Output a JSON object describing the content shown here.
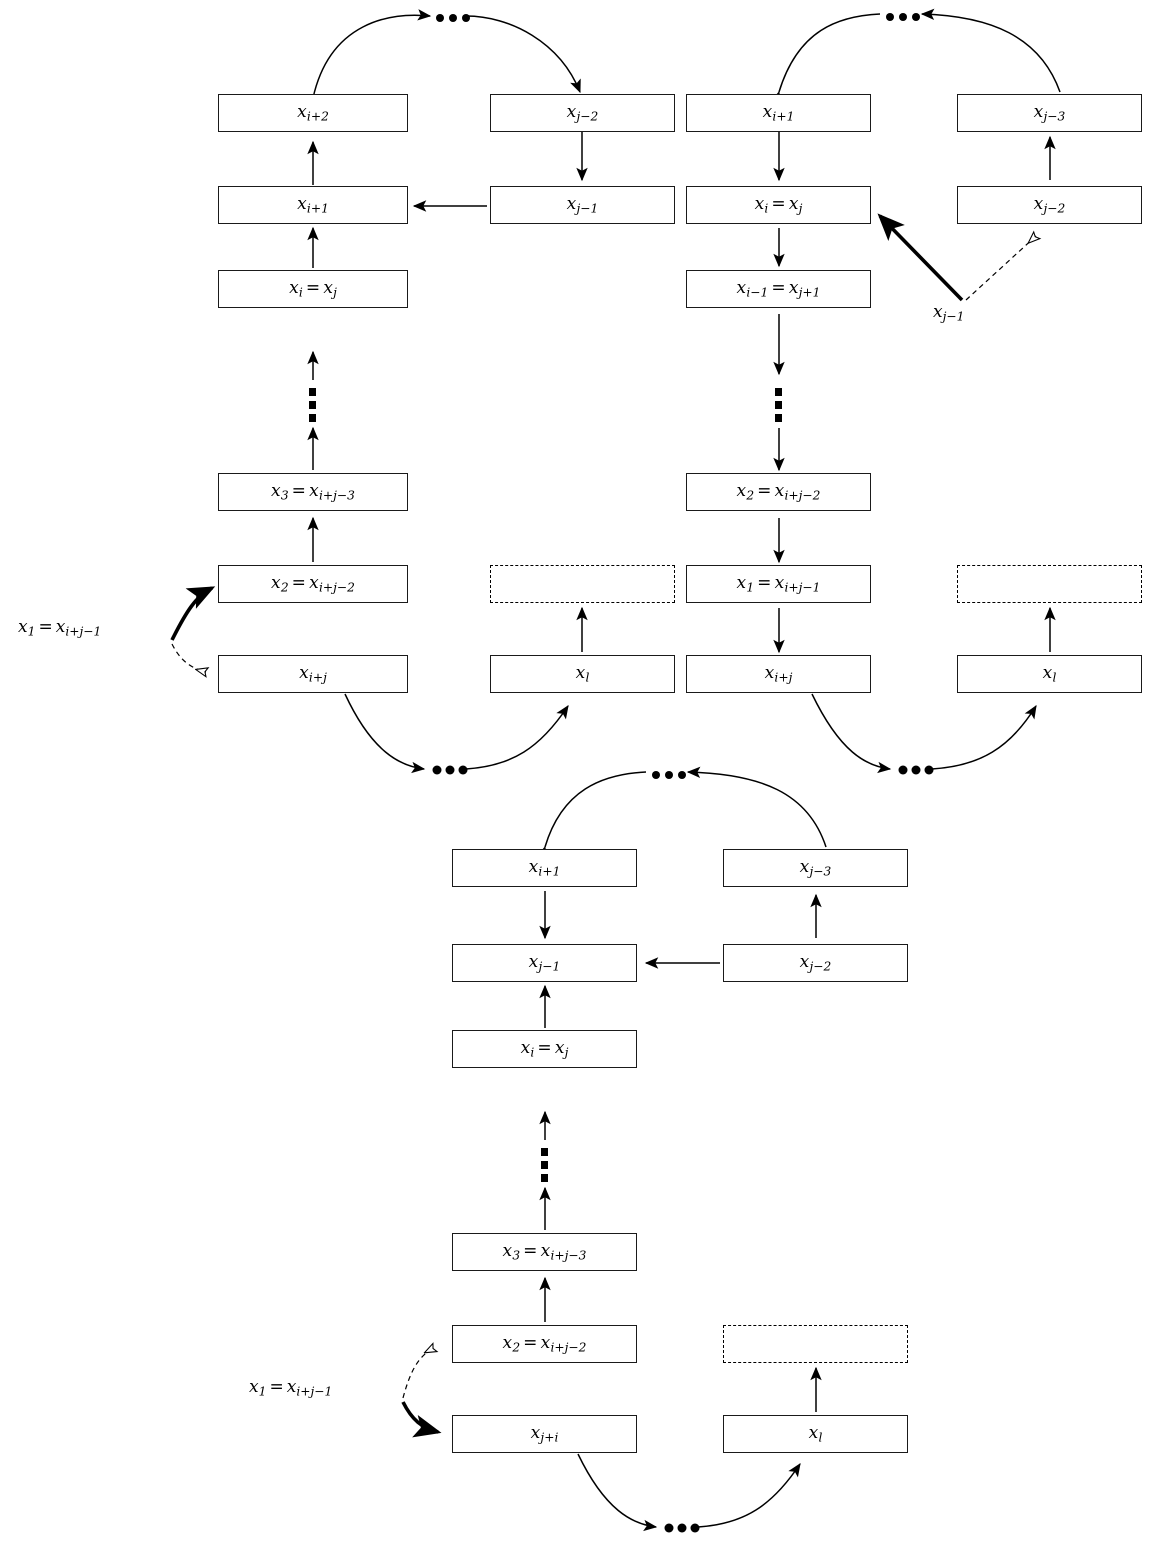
{
  "diagram": {
    "title": "Linked-list node reversal / rotation sequence diagrams",
    "type": "node-and-arrow diagram",
    "ellipsis_glyph": "•••",
    "colors": {
      "node_border": "#1a1a1a",
      "node_fill": "#ffffff",
      "arrow": "#000000",
      "background": "#ffffff"
    }
  },
  "panels": [
    {
      "id": "panel-top-left",
      "name": "top-left-chain",
      "nodes": [
        {
          "id": "tl-c1-r1",
          "base": "x",
          "sub": "i+2",
          "text": "x i+2"
        },
        {
          "id": "tl-c1-r2",
          "base": "x",
          "sub": "i+1",
          "text": "x i+1"
        },
        {
          "id": "tl-c1-r3",
          "base": "x",
          "sub": "i",
          "eq": "x",
          "eqsub": "j",
          "text": "x i = x j"
        },
        {
          "id": "tl-c1-r5",
          "base": "x",
          "sub": "3",
          "eq": "x",
          "eqsub": "i+j-3",
          "text": "x 3 = x i+j-3"
        },
        {
          "id": "tl-c1-r6",
          "base": "x",
          "sub": "2",
          "eq": "x",
          "eqsub": "i+j-2",
          "text": "x 2 = x i+j-2"
        },
        {
          "id": "tl-c1-r7",
          "base": "x",
          "sub": "i+j",
          "text": "x i+j"
        },
        {
          "id": "tl-c2-r1",
          "base": "x",
          "sub": "j-2",
          "text": "x j-2"
        },
        {
          "id": "tl-c2-r2",
          "base": "x",
          "sub": "j-1",
          "text": "x j-1"
        },
        {
          "id": "tl-c2-r6",
          "base": "",
          "sub": "",
          "text": "",
          "dashed": true
        },
        {
          "id": "tl-c2-r7",
          "base": "x",
          "sub": "l",
          "text": "x l"
        }
      ],
      "labels": [
        {
          "id": "tl-label-x1",
          "base": "x",
          "sub": "1",
          "eq": "x",
          "eqsub": "i+j-1",
          "text": "x 1 = x i+j-1"
        }
      ]
    },
    {
      "id": "panel-top-right",
      "name": "top-right-chain",
      "nodes": [
        {
          "id": "tr-c3-r1",
          "base": "x",
          "sub": "i+1",
          "text": "x i+1"
        },
        {
          "id": "tr-c3-r2",
          "base": "x",
          "sub": "i",
          "eq": "x",
          "eqsub": "j",
          "text": "x i = x j"
        },
        {
          "id": "tr-c3-r3",
          "base": "x",
          "sub": "i-1",
          "eq": "x",
          "eqsub": "j+1",
          "text": "x i-1 = x j+1"
        },
        {
          "id": "tr-c3-r5",
          "base": "x",
          "sub": "2",
          "eq": "x",
          "eqsub": "i+j-2",
          "text": "x 2 = x i+j-2"
        },
        {
          "id": "tr-c3-r6",
          "base": "x",
          "sub": "1",
          "eq": "x",
          "eqsub": "i+j-1",
          "text": "x 1 = x i+j-1"
        },
        {
          "id": "tr-c3-r7",
          "base": "x",
          "sub": "i+j",
          "text": "x i+j"
        },
        {
          "id": "tr-c4-r1",
          "base": "x",
          "sub": "j-3",
          "text": "x j-3"
        },
        {
          "id": "tr-c4-r2",
          "base": "x",
          "sub": "j-2",
          "text": "x j-2"
        },
        {
          "id": "tr-c4-r6",
          "base": "",
          "sub": "",
          "text": "",
          "dashed": true
        },
        {
          "id": "tr-c4-r7",
          "base": "x",
          "sub": "l",
          "text": "x l"
        }
      ],
      "labels": [
        {
          "id": "tr-label-xj1",
          "base": "x",
          "sub": "j-1",
          "text": "x j-1"
        }
      ]
    },
    {
      "id": "panel-bottom",
      "name": "bottom-chain",
      "nodes": [
        {
          "id": "b-c1-r1",
          "base": "x",
          "sub": "i+1",
          "text": "x i+1"
        },
        {
          "id": "b-c1-r2",
          "base": "x",
          "sub": "j-1",
          "text": "x j-1"
        },
        {
          "id": "b-c1-r3",
          "base": "x",
          "sub": "i",
          "eq": "x",
          "eqsub": "j",
          "text": "x i = x j"
        },
        {
          "id": "b-c1-r5",
          "base": "x",
          "sub": "3",
          "eq": "x",
          "eqsub": "i+j-3",
          "text": "x 3 = x i+j-3"
        },
        {
          "id": "b-c1-r6",
          "base": "x",
          "sub": "2",
          "eq": "x",
          "eqsub": "i+j-2",
          "text": "x 2 = x i+j-2"
        },
        {
          "id": "b-c1-r7",
          "base": "x",
          "sub": "j+i",
          "text": "x j+i"
        },
        {
          "id": "b-c2-r1",
          "base": "x",
          "sub": "j-3",
          "text": "x j-3"
        },
        {
          "id": "b-c2-r2",
          "base": "x",
          "sub": "j-2",
          "text": "x j-2"
        },
        {
          "id": "b-c2-r6",
          "base": "",
          "sub": "",
          "text": "",
          "dashed": true
        },
        {
          "id": "b-c2-r7",
          "base": "x",
          "sub": "l",
          "text": "x l"
        }
      ],
      "labels": [
        {
          "id": "b-label-x1",
          "base": "x",
          "sub": "1",
          "eq": "x",
          "eqsub": "i+j-1",
          "text": "x 1 = x i+j-1"
        }
      ]
    }
  ]
}
